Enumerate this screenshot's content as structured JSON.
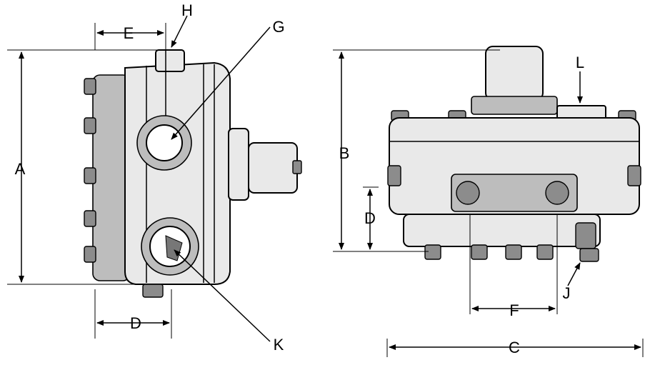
{
  "labels": {
    "A": "A",
    "B": "B",
    "C": "C",
    "D_left": "D",
    "D_right": "D",
    "E": "E",
    "F": "F",
    "G": "G",
    "H": "H",
    "J": "J",
    "K": "K",
    "L": "L"
  },
  "colors": {
    "line": "#000000",
    "body_fill": "#e9e9e9",
    "shade": "#bdbdbd",
    "bolt": "#8c8c8c"
  }
}
